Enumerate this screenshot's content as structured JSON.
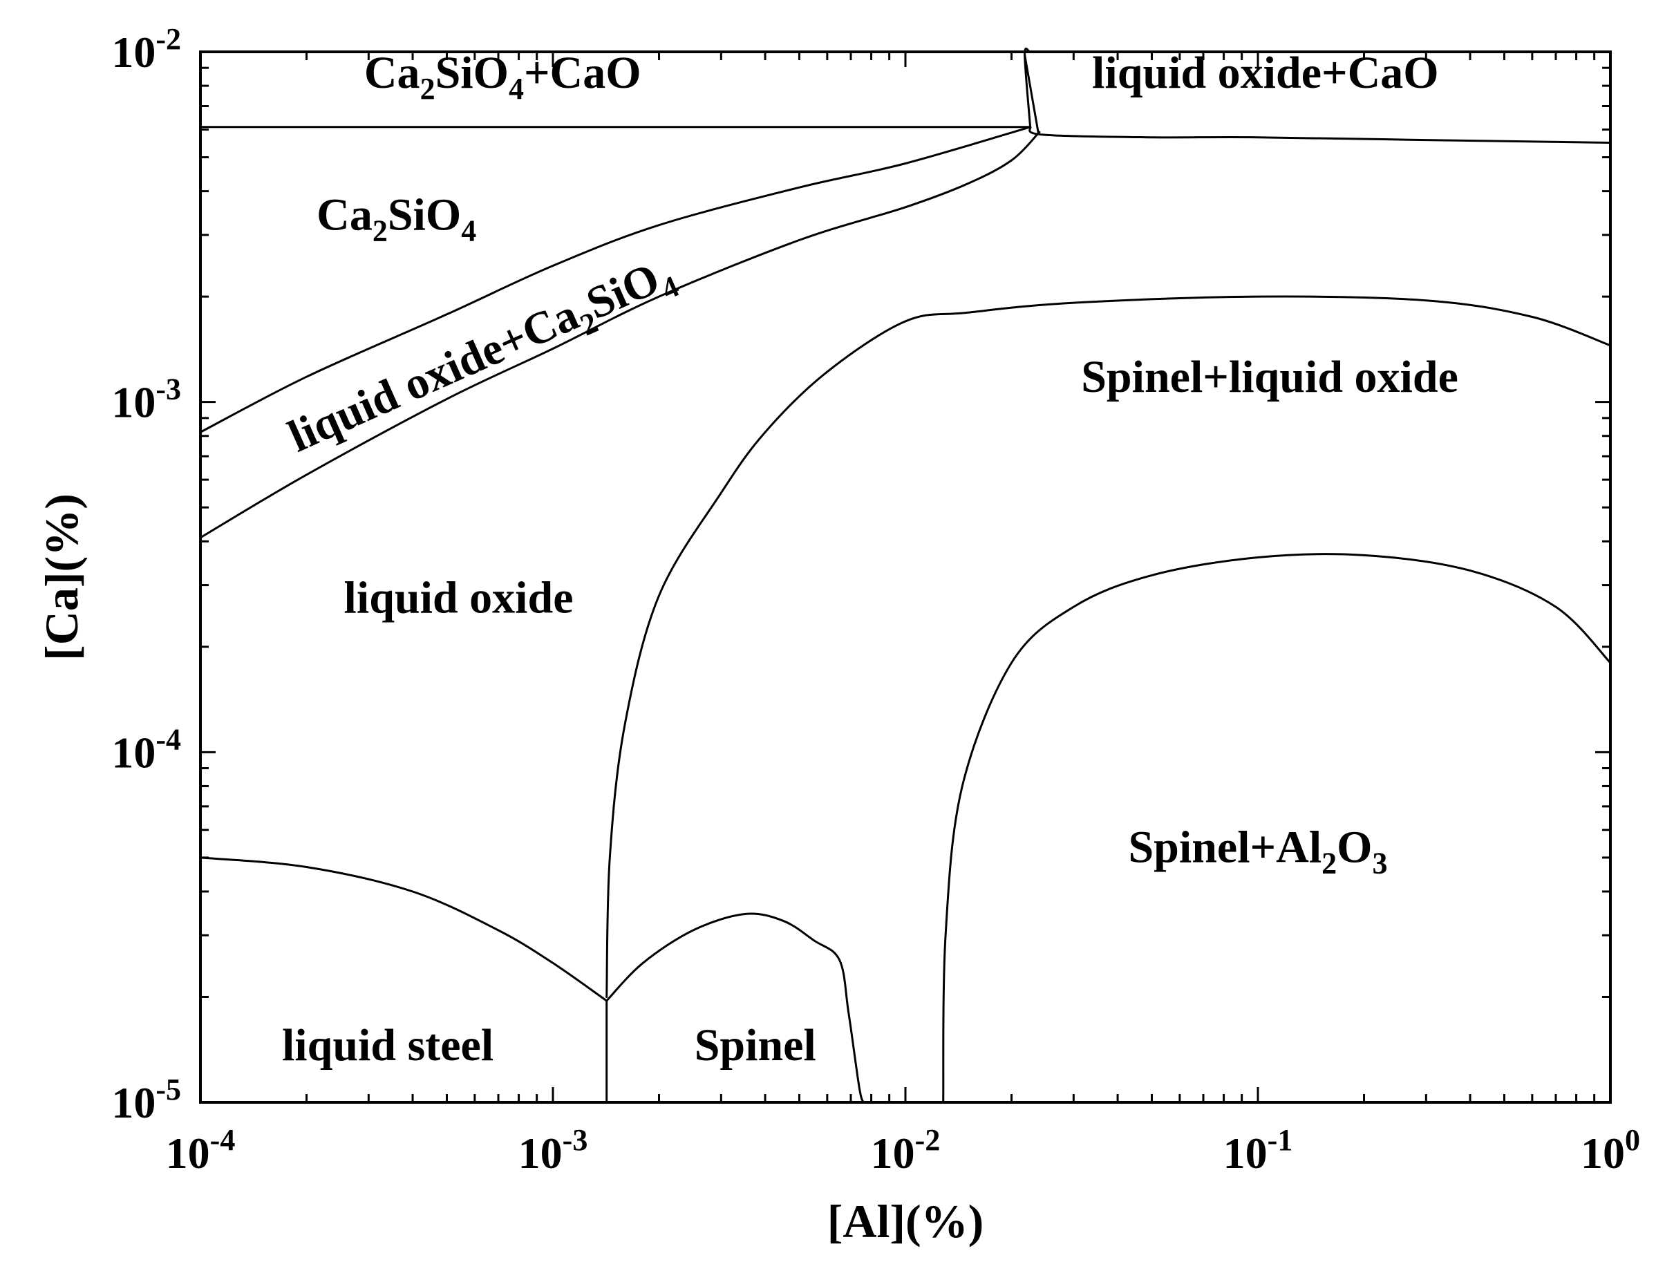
{
  "chart_data": {
    "type": "phase-diagram",
    "xlabel": "[Al](%)",
    "ylabel": "[Ca](%)",
    "x_scale": "log",
    "y_scale": "log",
    "xlim": [
      0.0001,
      1
    ],
    "ylim": [
      1e-05,
      0.01
    ],
    "grid": false,
    "x_ticks": [
      {
        "value": 0.0001,
        "base": "10",
        "exp": "-4"
      },
      {
        "value": 0.001,
        "base": "10",
        "exp": "-3"
      },
      {
        "value": 0.01,
        "base": "10",
        "exp": "-2"
      },
      {
        "value": 0.1,
        "base": "10",
        "exp": "-1"
      },
      {
        "value": 1,
        "base": "10",
        "exp": "0"
      }
    ],
    "y_ticks": [
      {
        "value": 1e-05,
        "base": "10",
        "exp": "-5"
      },
      {
        "value": 0.0001,
        "base": "10",
        "exp": "-4"
      },
      {
        "value": 0.001,
        "base": "10",
        "exp": "-3"
      },
      {
        "value": 0.01,
        "base": "10",
        "exp": "-2"
      }
    ],
    "regions": [
      {
        "name": "Ca2SiO4+CaO",
        "parts": [
          {
            "t": "Ca"
          },
          {
            "t": "2",
            "sub": true
          },
          {
            "t": "SiO"
          },
          {
            "t": "4",
            "sub": true
          },
          {
            "t": "+CaO"
          }
        ],
        "x": 0.00072,
        "y": 0.0079,
        "angle": 0
      },
      {
        "name": "liquid oxide+CaO",
        "parts": [
          {
            "t": "liquid oxide+CaO"
          }
        ],
        "x": 0.105,
        "y": 0.0079,
        "angle": 0
      },
      {
        "name": "Ca2SiO4",
        "parts": [
          {
            "t": "Ca"
          },
          {
            "t": "2",
            "sub": true
          },
          {
            "t": "SiO"
          },
          {
            "t": "4",
            "sub": true
          }
        ],
        "x": 0.00036,
        "y": 0.0031,
        "angle": 0
      },
      {
        "name": "liquid oxide+Ca2SiO4",
        "parts": [
          {
            "t": "liquid oxide+Ca"
          },
          {
            "t": "2",
            "sub": true
          },
          {
            "t": "SiO"
          },
          {
            "t": "4",
            "sub": true
          }
        ],
        "x": 0.00065,
        "y": 0.00125,
        "angle": -24
      },
      {
        "name": "Spinel+liquid oxide",
        "parts": [
          {
            "t": "Spinel+liquid oxide"
          }
        ],
        "x": 0.108,
        "y": 0.00107,
        "angle": 0
      },
      {
        "name": "liquid oxide",
        "parts": [
          {
            "t": "liquid oxide"
          }
        ],
        "x": 0.00054,
        "y": 0.00025,
        "angle": 0
      },
      {
        "name": "Spinel+Al2O3",
        "parts": [
          {
            "t": "Spinel+Al"
          },
          {
            "t": "2",
            "sub": true
          },
          {
            "t": "O"
          },
          {
            "t": "3",
            "sub": true
          }
        ],
        "x": 0.1,
        "y": 4.85e-05,
        "angle": 0
      },
      {
        "name": "liquid steel",
        "parts": [
          {
            "t": "liquid steel"
          }
        ],
        "x": 0.00034,
        "y": 1.32e-05,
        "angle": 0
      },
      {
        "name": "Spinel",
        "parts": [
          {
            "t": "Spinel"
          }
        ],
        "x": 0.00375,
        "y": 1.32e-05,
        "angle": 0
      }
    ],
    "boundaries": [
      {
        "name": "Ca2SiO4+CaO / Ca2SiO4",
        "points": [
          [
            0.0001,
            0.0061
          ],
          [
            0.0226,
            0.0061
          ]
        ]
      },
      {
        "name": "liquid oxide+CaO upper spike",
        "points": [
          [
            0.0226,
            0.0061
          ],
          [
            0.0218,
            0.0098
          ],
          [
            0.0225,
            0.01
          ]
        ]
      },
      {
        "name": "liquid oxide+CaO lower boundary",
        "points": [
          [
            0.0226,
            0.0061
          ],
          [
            0.0245,
            0.0058
          ],
          [
            0.05,
            0.0057
          ],
          [
            0.1,
            0.0057
          ],
          [
            0.3,
            0.0056
          ],
          [
            1,
            0.0055
          ]
        ]
      },
      {
        "name": "liquid oxide+CaO right spike",
        "points": [
          [
            0.0218,
            0.0098
          ],
          [
            0.0238,
            0.0059
          ]
        ]
      },
      {
        "name": "Ca2SiO4 / liquid oxide+Ca2SiO4",
        "points": [
          [
            0.0001,
            0.00082
          ],
          [
            0.0002,
            0.00118
          ],
          [
            0.0005,
            0.00178
          ],
          [
            0.001,
            0.00245
          ],
          [
            0.002,
            0.0032
          ],
          [
            0.005,
            0.0041
          ],
          [
            0.01,
            0.0048
          ],
          [
            0.0226,
            0.0061
          ]
        ]
      },
      {
        "name": "liquid oxide+Ca2SiO4 / liquid oxide",
        "points": [
          [
            0.0001,
            0.00041
          ],
          [
            0.0002,
            0.00062
          ],
          [
            0.0005,
            0.00102
          ],
          [
            0.001,
            0.00142
          ],
          [
            0.002,
            0.002
          ],
          [
            0.005,
            0.0029
          ],
          [
            0.01,
            0.0036
          ],
          [
            0.015,
            0.0042
          ],
          [
            0.02,
            0.0049
          ],
          [
            0.024,
            0.0059
          ]
        ]
      },
      {
        "name": "liquid oxide / Spinel+liquid oxide",
        "points": [
          [
            0.00142,
            2e-05
          ],
          [
            0.00145,
            5e-05
          ],
          [
            0.0016,
            0.00012
          ],
          [
            0.002,
            0.00028
          ],
          [
            0.003,
            0.00055
          ],
          [
            0.004,
            0.00082
          ],
          [
            0.006,
            0.00122
          ],
          [
            0.01,
            0.0017
          ],
          [
            0.015,
            0.0018
          ],
          [
            0.03,
            0.00192
          ],
          [
            0.1,
            0.002
          ],
          [
            0.3,
            0.00195
          ],
          [
            0.6,
            0.00175
          ],
          [
            1,
            0.00145
          ]
        ]
      },
      {
        "name": "Spinel+liquid oxide / Spinel+Al2O3",
        "points": [
          [
            0.0128,
            1e-05
          ],
          [
            0.013,
            3e-05
          ],
          [
            0.0145,
            8e-05
          ],
          [
            0.02,
            0.00018
          ],
          [
            0.03,
            0.00026
          ],
          [
            0.05,
            0.00032
          ],
          [
            0.1,
            0.00036
          ],
          [
            0.2,
            0.000365
          ],
          [
            0.4,
            0.00033
          ],
          [
            0.7,
            0.00026
          ],
          [
            1,
            0.00018
          ]
        ]
      },
      {
        "name": "liquid steel / liquid oxide",
        "points": [
          [
            0.0001,
            5e-05
          ],
          [
            0.0002,
            4.7e-05
          ],
          [
            0.0004,
            4e-05
          ],
          [
            0.0007,
            3.1e-05
          ],
          [
            0.001,
            2.5e-05
          ],
          [
            0.00142,
            1.95e-05
          ]
        ]
      },
      {
        "name": "liquid steel / Spinel",
        "points": [
          [
            0.00142,
            1.95e-05
          ],
          [
            0.00142,
            1e-05
          ]
        ]
      },
      {
        "name": "Spinel dome",
        "points": [
          [
            0.00142,
            1.95e-05
          ],
          [
            0.0018,
            2.5e-05
          ],
          [
            0.0025,
            3.1e-05
          ],
          [
            0.0035,
            3.45e-05
          ],
          [
            0.0045,
            3.3e-05
          ],
          [
            0.0055,
            2.9e-05
          ],
          [
            0.0065,
            2.55e-05
          ],
          [
            0.0069,
            1.8e-05
          ],
          [
            0.0074,
            1.1e-05
          ],
          [
            0.0076,
            1e-05
          ]
        ]
      }
    ]
  }
}
